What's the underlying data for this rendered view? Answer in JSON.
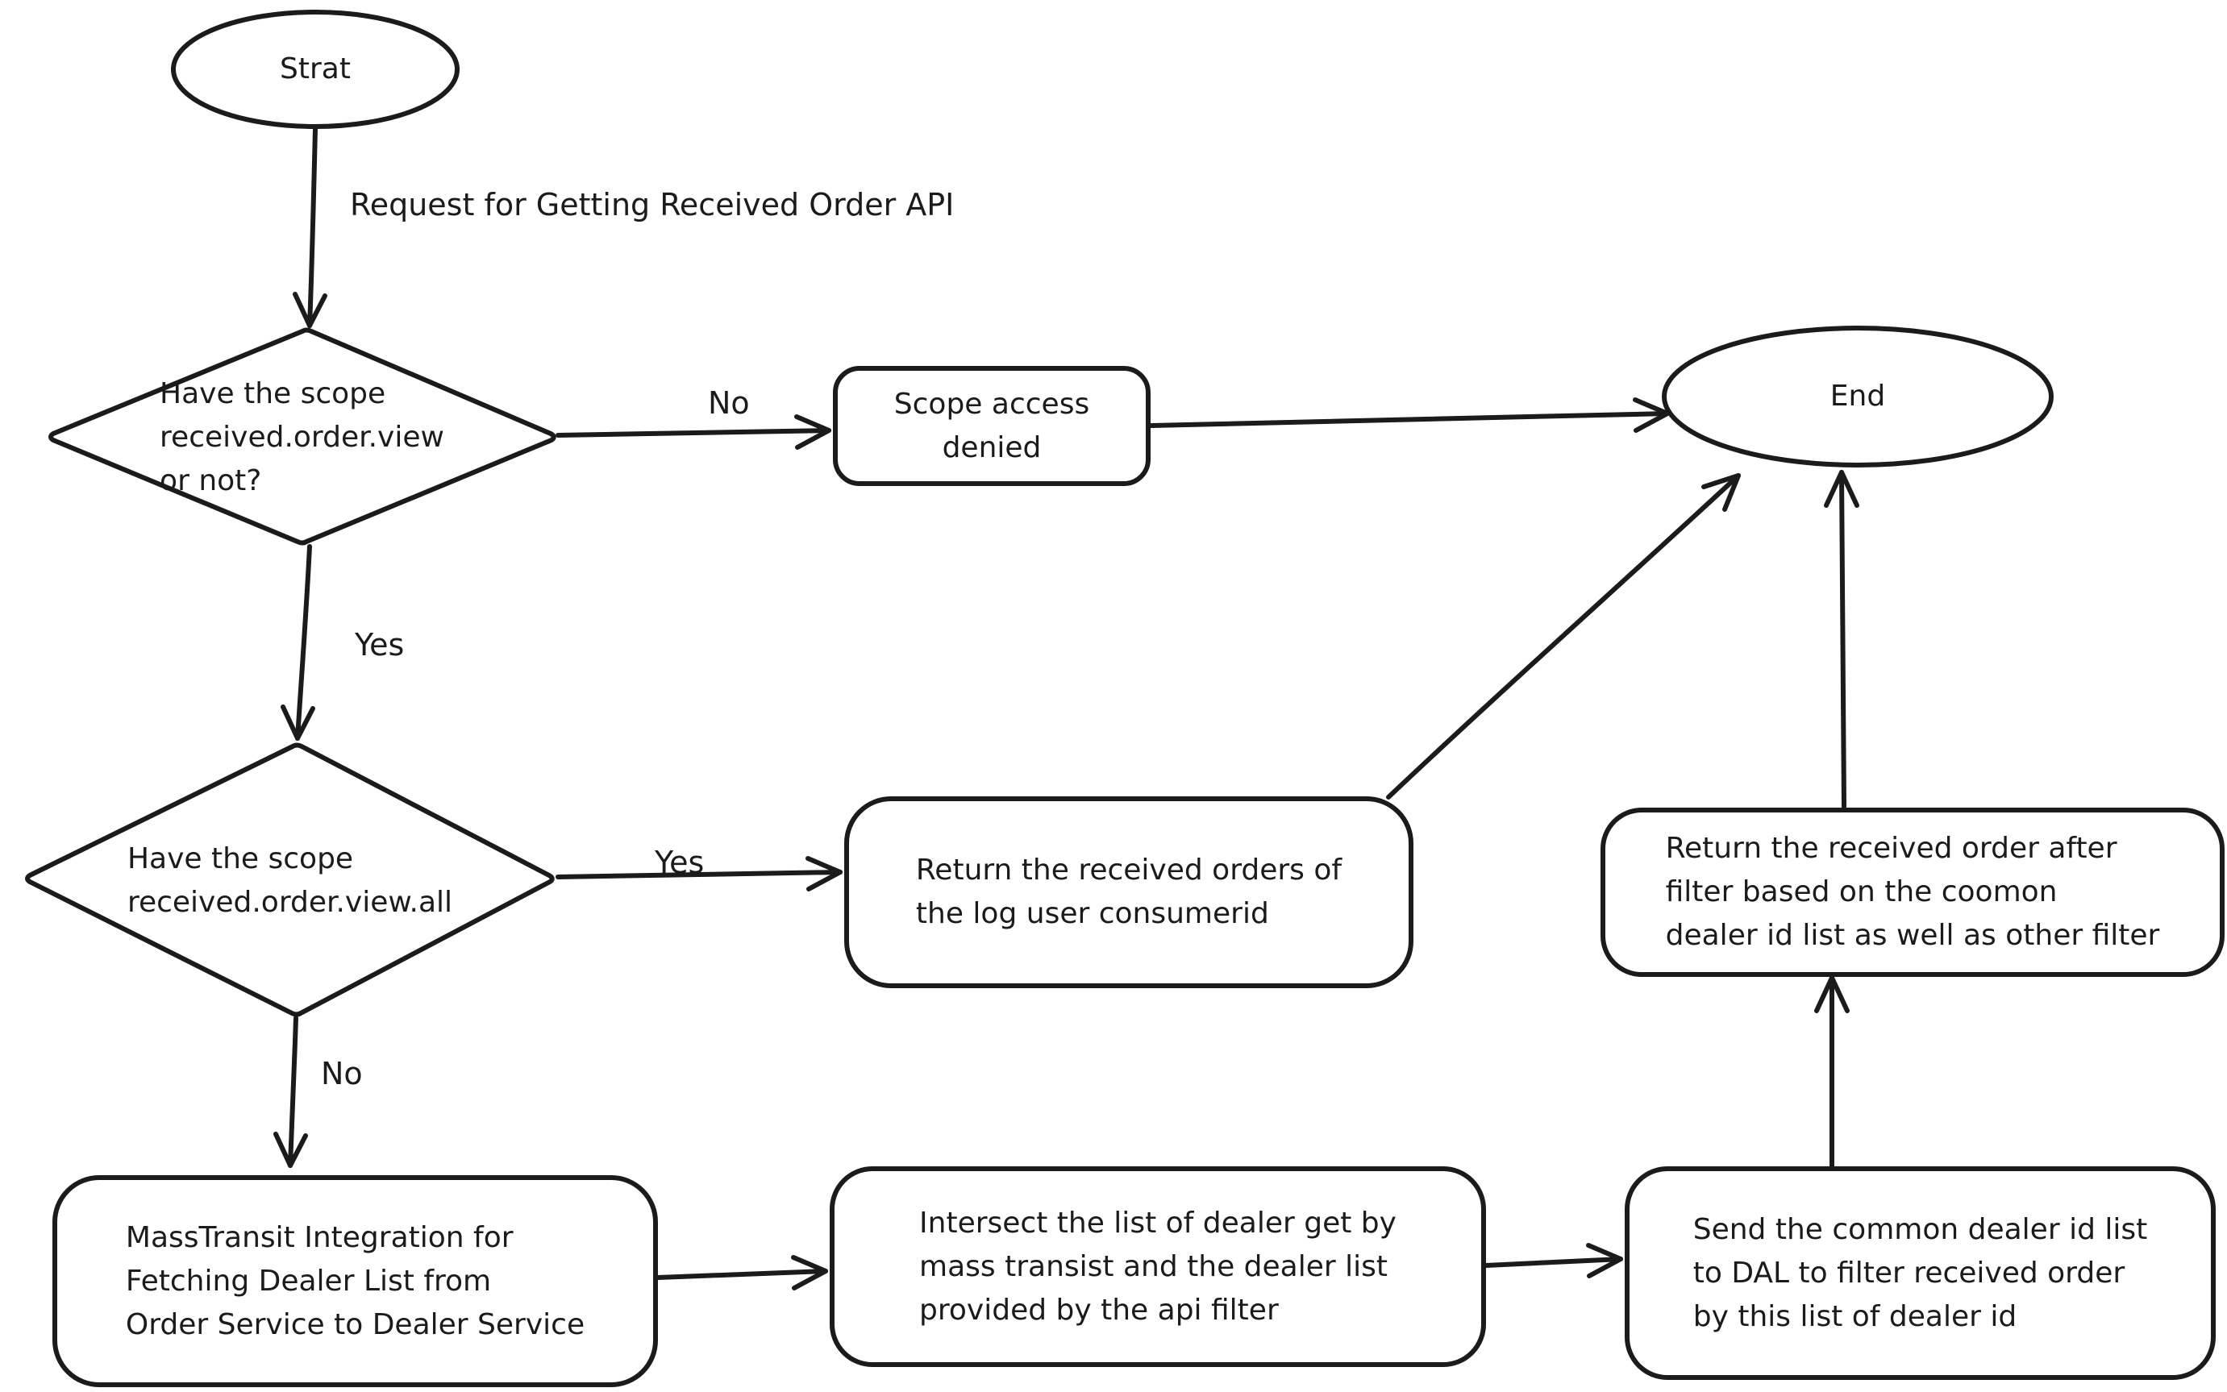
{
  "diagram": {
    "colors": {
      "stroke": "#1b1b1b",
      "background": "#ffffff"
    },
    "nodes": {
      "start": {
        "label": "Strat"
      },
      "decision_scope_view": {
        "label": "Have the scope\nreceived.order.view\nor not?"
      },
      "scope_denied": {
        "label": "Scope access\ndenied"
      },
      "end": {
        "label": "End"
      },
      "decision_scope_view_all": {
        "label": "Have the scope\nreceived.order.view.all"
      },
      "return_orders_consumerid": {
        "label": "Return the received orders of\nthe log user consumerid"
      },
      "return_after_filter": {
        "label": "Return the received order after\nfilter based on the coomon\ndealer id list as well as other filter"
      },
      "masstransit_integration": {
        "label": "MassTransit Integration for\nFetching Dealer List from\nOrder Service to Dealer Service"
      },
      "intersect_dealer_lists": {
        "label": "Intersect the list of dealer get by\nmass transist and the dealer list\nprovided by the api filter"
      },
      "send_common_dealer_ids": {
        "label": "Send the common dealer id list\nto DAL to filter received order\nby this list of dealer id"
      }
    },
    "edge_labels": {
      "start_request": "Request for Getting Received Order API",
      "decision1_no": "No",
      "decision1_yes": "Yes",
      "decision2_yes": "Yes",
      "decision2_no": "No"
    }
  }
}
